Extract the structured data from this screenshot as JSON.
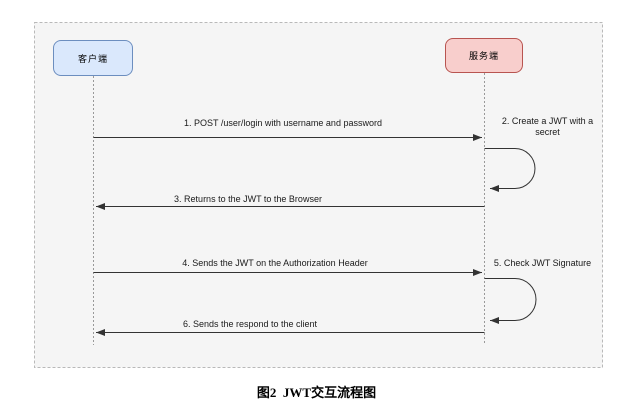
{
  "diagram": {
    "type": "sequence",
    "actors": [
      {
        "id": "client",
        "label": "客户端"
      },
      {
        "id": "server",
        "label": "服务端"
      }
    ],
    "messages": [
      {
        "label": "1. POST /user/login with username and password",
        "from": "client",
        "to": "server",
        "kind": "arrow"
      },
      {
        "label": "2. Create a JWT with a secret",
        "actor": "server",
        "kind": "self-loop"
      },
      {
        "label": "3. Returns to the JWT to the Browser",
        "from": "server",
        "to": "client",
        "kind": "arrow"
      },
      {
        "label": "4. Sends the JWT on the Authorization Header",
        "from": "client",
        "to": "server",
        "kind": "arrow"
      },
      {
        "label": "5. Check JWT Signature",
        "actor": "server",
        "kind": "self-loop"
      },
      {
        "label": "6. Sends the respond to the client",
        "from": "server",
        "to": "client",
        "kind": "arrow"
      }
    ],
    "caption": "图2  JWT交互流程图",
    "colors": {
      "client_fill": "#dae8fc",
      "client_border": "#6c8ebf",
      "server_fill": "#f8cecc",
      "server_border": "#b85450",
      "line": "#333333",
      "lifeline": "#999999",
      "frame_border": "#b9b9b9",
      "frame_bg": "#f5f5f5"
    }
  }
}
